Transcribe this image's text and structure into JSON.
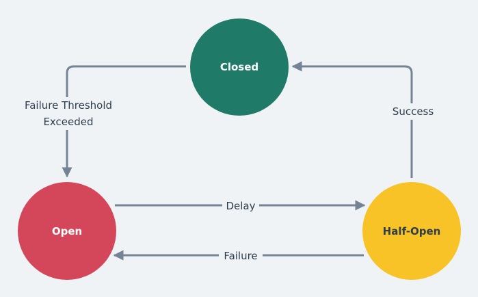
{
  "diagram": {
    "nodes": [
      {
        "id": "closed",
        "label": "Closed",
        "fill": "#1f7a68",
        "text_color": "#ffffff"
      },
      {
        "id": "open",
        "label": "Open",
        "fill": "#d4465a",
        "text_color": "#ffffff"
      },
      {
        "id": "half_open",
        "label": "Half-Open",
        "fill": "#f7c326",
        "text_color": "#2f3e4d"
      }
    ],
    "edges": [
      {
        "from": "closed",
        "to": "open",
        "label": "Failure Threshold Exceeded"
      },
      {
        "from": "open",
        "to": "half_open",
        "label": "Delay"
      },
      {
        "from": "half_open",
        "to": "open",
        "label": "Failure"
      },
      {
        "from": "half_open",
        "to": "closed",
        "label": "Success"
      }
    ],
    "edge_color": "#748494",
    "background": "#f0f3f6"
  }
}
